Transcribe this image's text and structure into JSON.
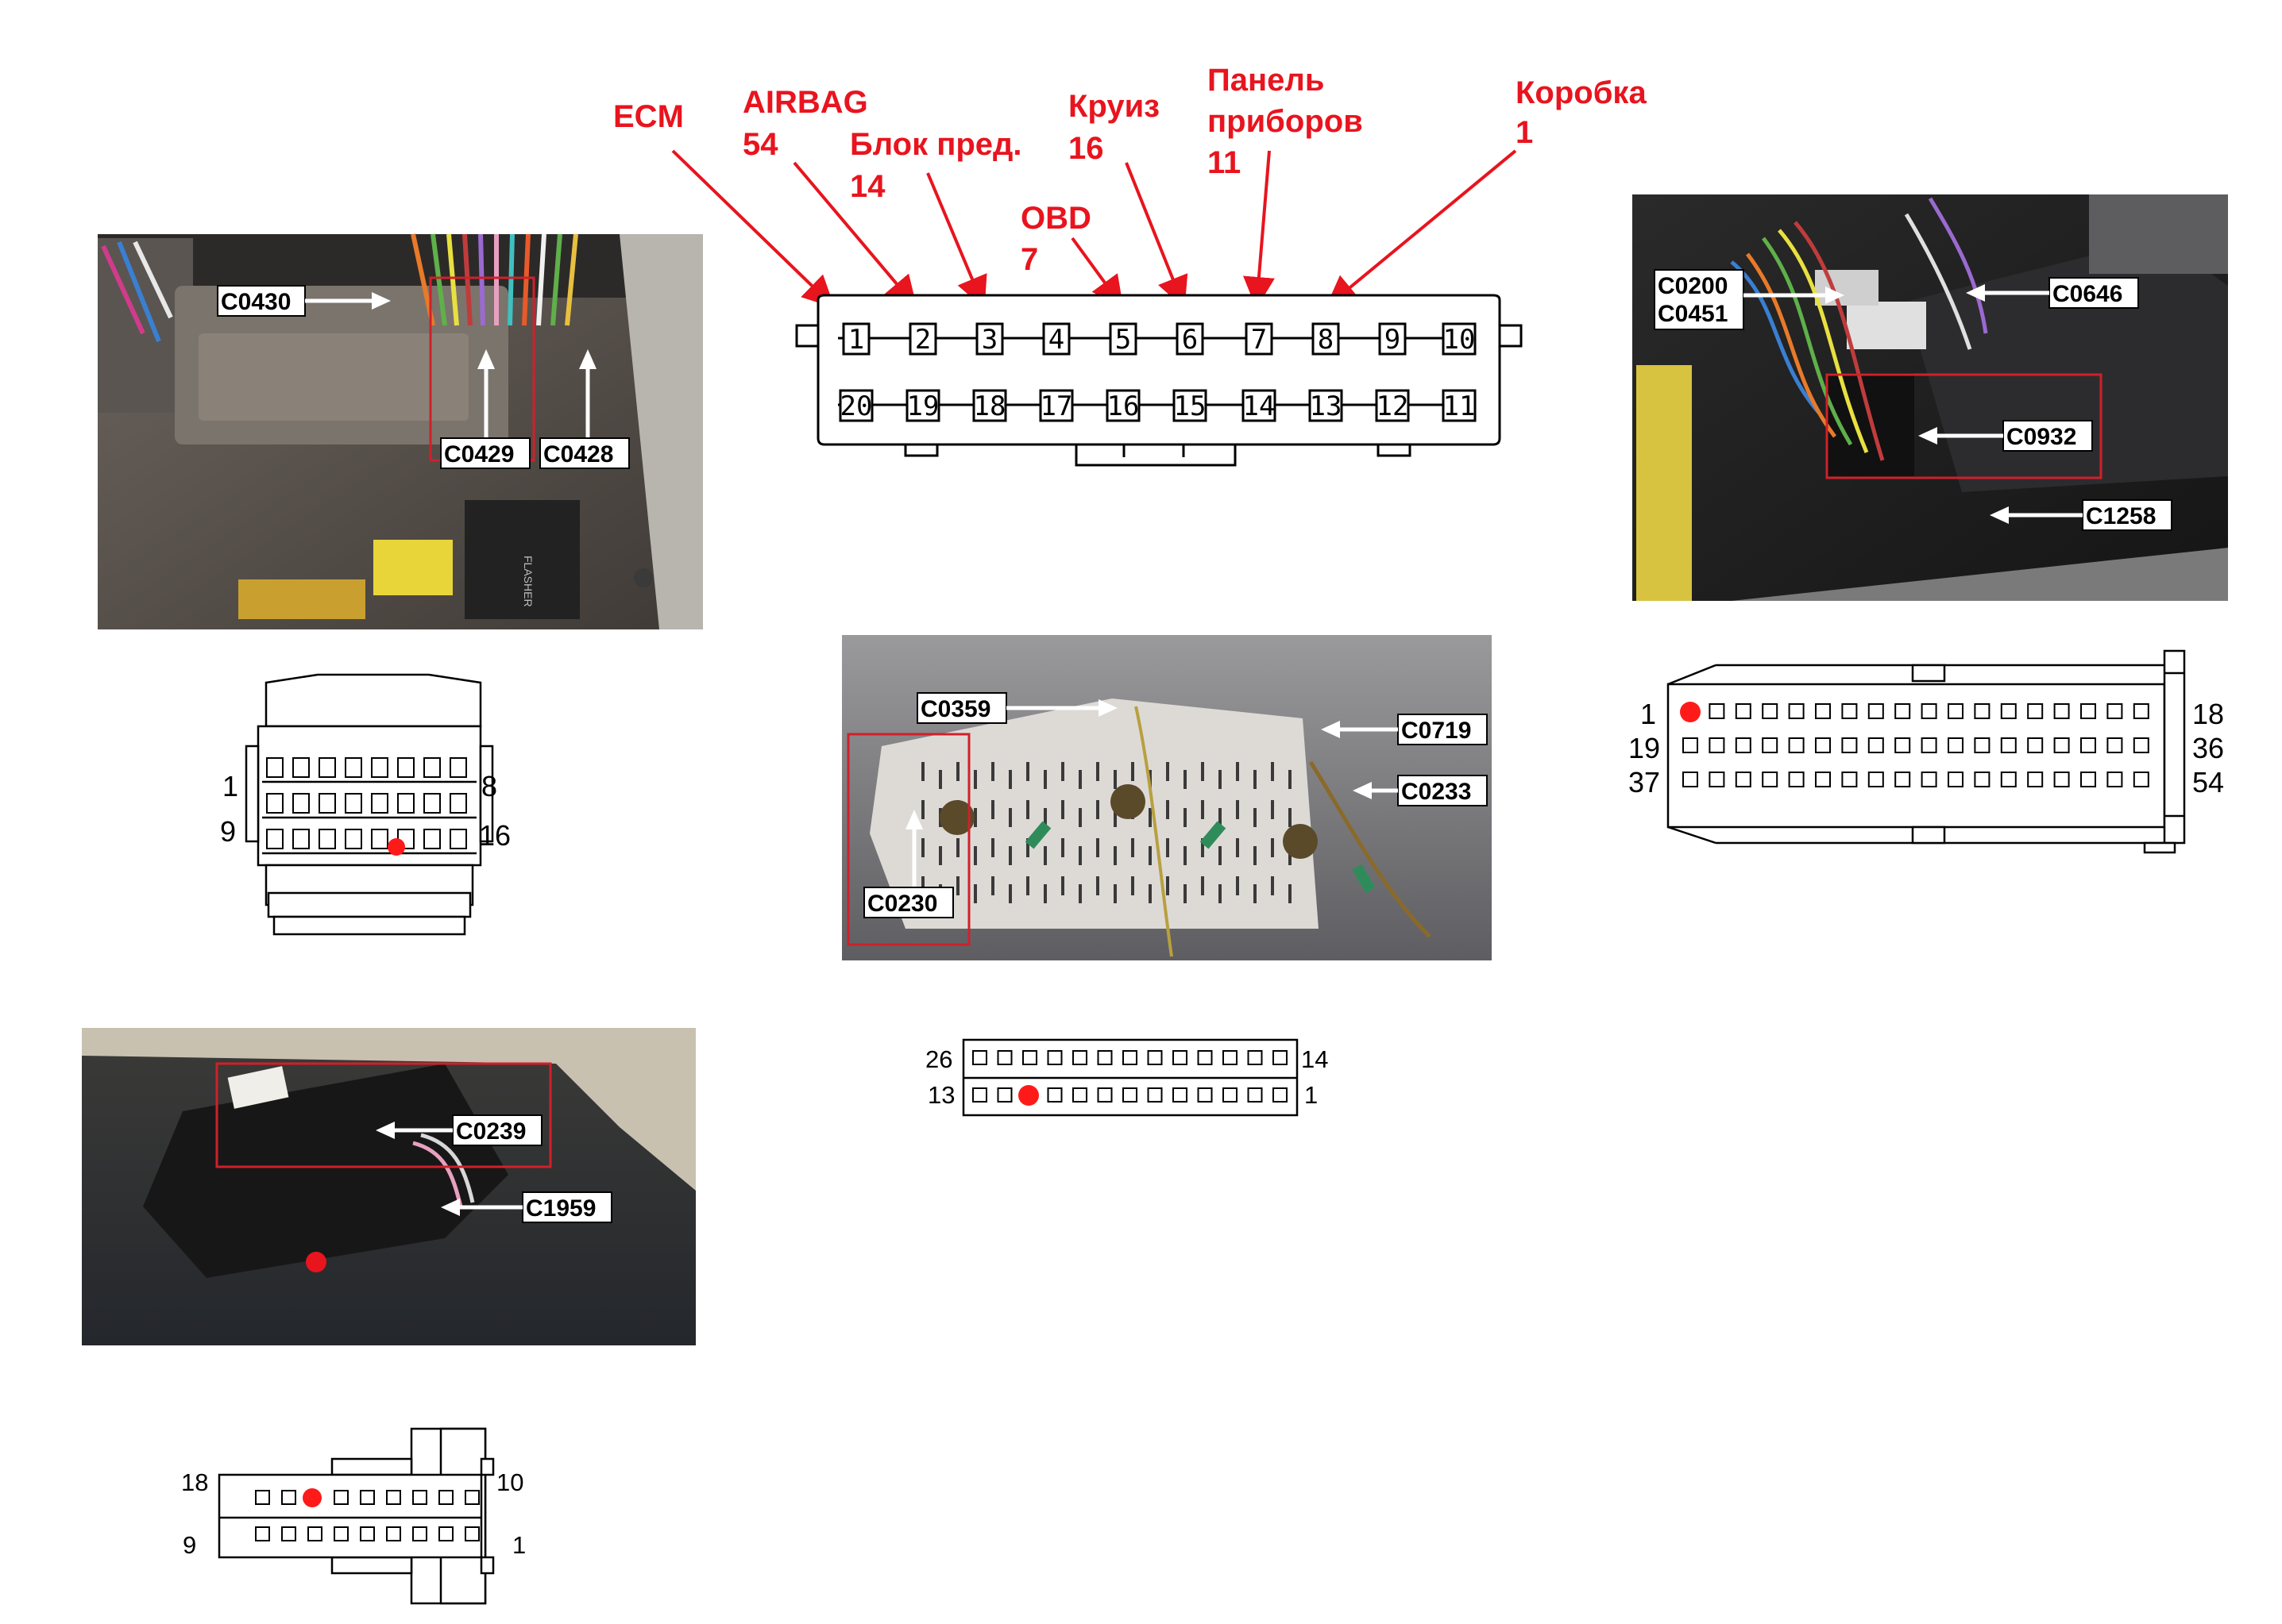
{
  "top_labels": {
    "ecm": "ECM",
    "airbag": "AIRBAG",
    "airbag_pin": "54",
    "blok_pred": "Блок пред.",
    "blok_pred_pin": "14",
    "obd": "OBD",
    "obd_pin": "7",
    "kruiz": "Круиз",
    "kruiz_pin": "16",
    "panel_line1": "Панель",
    "panel_line2": "приборов",
    "panel_pin": "11",
    "korobka": "Коробка",
    "korobka_pin": "1"
  },
  "main_connector": {
    "pins_top": [
      "1",
      "2",
      "3",
      "4",
      "5",
      "6",
      "7",
      "8",
      "9",
      "10"
    ],
    "pins_bottom": [
      "20",
      "19",
      "18",
      "17",
      "16",
      "15",
      "14",
      "13",
      "12",
      "11"
    ]
  },
  "photo_fusebox": {
    "c0430": "C0430",
    "c0429": "C0429",
    "c0428": "C0428",
    "relay_text": "FLASHER"
  },
  "photo_engine": {
    "c0200": "C0200",
    "c0451": "C0451",
    "c0646": "C0646",
    "c0932": "C0932",
    "c1258": "C1258"
  },
  "photo_cluster": {
    "c0359": "C0359",
    "c0719": "C0719",
    "c0233": "C0233",
    "c0230": "C0230"
  },
  "photo_seat": {
    "c0239": "C0239",
    "c1959": "C1959"
  },
  "conn16": {
    "n1": "1",
    "n8": "8",
    "n9": "9",
    "n16": "16"
  },
  "conn54": {
    "n1": "1",
    "n18": "18",
    "n19": "19",
    "n36": "36",
    "n37": "37",
    "n54": "54"
  },
  "conn26": {
    "n26": "26",
    "n14": "14",
    "n13": "13",
    "n1": "1"
  },
  "conn18": {
    "n18": "18",
    "n10": "10",
    "n9": "9",
    "n1": "1"
  },
  "colors": {
    "accent_red": "#e8141e",
    "pin_dot": "#ff1a1a",
    "box_red": "#d0202a"
  }
}
